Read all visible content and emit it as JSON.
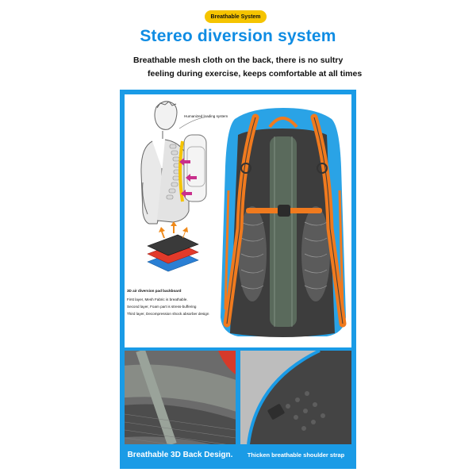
{
  "badge": "Breathable System",
  "title": "Stereo diversion system",
  "description": {
    "line1": "Breathable mesh cloth on the back, there is no sultry",
    "line2": "feeling during exercise, keeps comfortable at all times"
  },
  "diagram": {
    "loading_label": "Humanized loading system",
    "pad_heading": "3D air diversion pad backboard",
    "layers": [
      "First layer, Mesh Fabric is breathable.",
      "Second layer, Foam part is stress-buffering",
      "Third layer, Decompression shock absorber design"
    ]
  },
  "captions": {
    "left": "Breathable 3D Back Design.",
    "right": "Thicken breathable shoulder strap"
  },
  "colors": {
    "accent_blue": "#1a9be6",
    "badge_yellow": "#f5c400",
    "strap_orange": "#f07a1e",
    "pack_blue": "#2aa3e6"
  }
}
